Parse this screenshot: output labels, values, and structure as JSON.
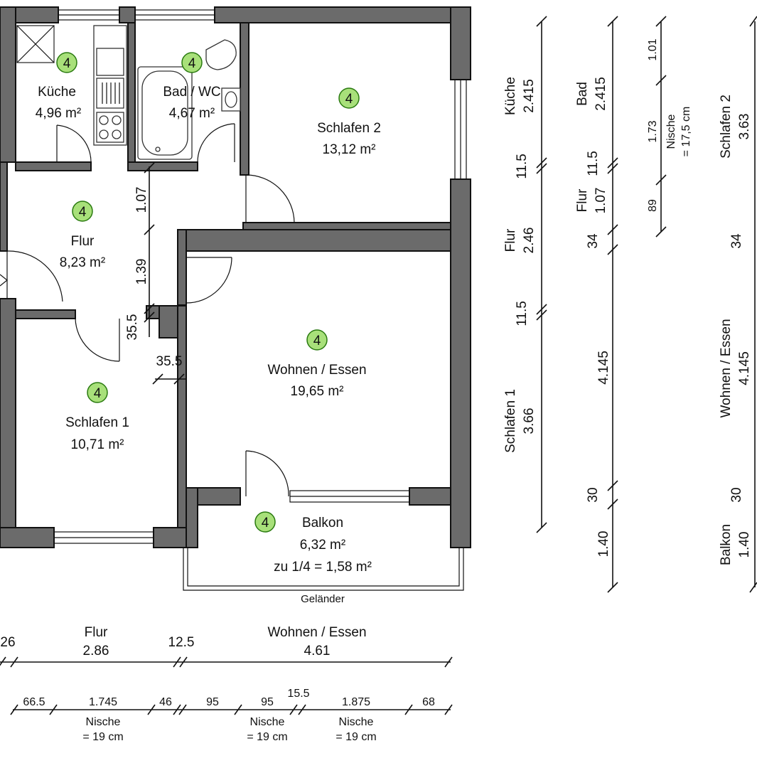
{
  "rooms": {
    "kueche": {
      "name": "Küche",
      "area": "4,96 m²",
      "badge": "4"
    },
    "bad": {
      "name": "Bad / WC",
      "area": "4,67 m²",
      "badge": "4"
    },
    "schlafen2": {
      "name": "Schlafen 2",
      "area": "13,12 m²",
      "badge": "4"
    },
    "flur": {
      "name": "Flur",
      "area": "8,23 m²",
      "badge": "4"
    },
    "wohnen": {
      "name": "Wohnen / Essen",
      "area": "19,65 m²",
      "badge": "4"
    },
    "schlafen1": {
      "name": "Schlafen 1",
      "area": "10,71 m²",
      "badge": "4"
    },
    "balkon": {
      "name": "Balkon",
      "area": "6,32 m²",
      "share": "zu 1/4 = 1,58 m²",
      "badge": "4"
    }
  },
  "gelaender": "Geländer",
  "inner_dims": {
    "d107": "1.07",
    "d139": "1.39",
    "d355v": "35.5",
    "d355h": "35.5"
  },
  "bottom_dims": {
    "row1": {
      "d26": "26",
      "flur_name": "Flur",
      "flur_val": "2.86",
      "d125": "12.5",
      "wohnen_name": "Wohnen / Essen",
      "wohnen_val": "4.61"
    },
    "row2": {
      "d665": "66.5",
      "d1745": "1.745",
      "d46": "46",
      "d95a": "95",
      "d95b": "95",
      "d155": "15.5",
      "d1875": "1.875",
      "d68": "68"
    },
    "nische1_a": "Nische",
    "nische1_b": "= 19 cm",
    "nische2_a": "Nische",
    "nische2_b": "= 19 cm",
    "nische3_a": "Nische",
    "nische3_b": "= 19 cm"
  },
  "right_dims": {
    "col1": {
      "kueche_name": "Küche",
      "kueche_val": "2.415",
      "d115a": "11.5",
      "flur_name": "Flur",
      "flur_val": "2.46",
      "d115b": "11.5",
      "schlafen1_name": "Schlafen 1",
      "schlafen1_val": "3.66"
    },
    "col2": {
      "bad_name": "Bad",
      "bad_val": "2.415",
      "d115": "11.5",
      "flur_name": "Flur",
      "flur_val": "1.07",
      "d34": "34",
      "d4145": "4.145",
      "d30": "30",
      "d140": "1.40"
    },
    "col3": {
      "d101": "1.01",
      "d173": "1.73",
      "d89": "89",
      "nische_a": "Nische",
      "nische_b": "= 17,5 cm"
    },
    "col4": {
      "schlafen2_name": "Schlafen 2",
      "schlafen2_val": "3.63",
      "d34": "34",
      "wohnen_name": "Wohnen / Essen",
      "wohnen_val": "4.145",
      "d30": "30",
      "balkon_name": "Balkon",
      "balkon_val": "1.40"
    }
  },
  "colors": {
    "wall": "#6b6b6b",
    "badge": "#a8e07a",
    "badge_stroke": "#2a7a10"
  }
}
